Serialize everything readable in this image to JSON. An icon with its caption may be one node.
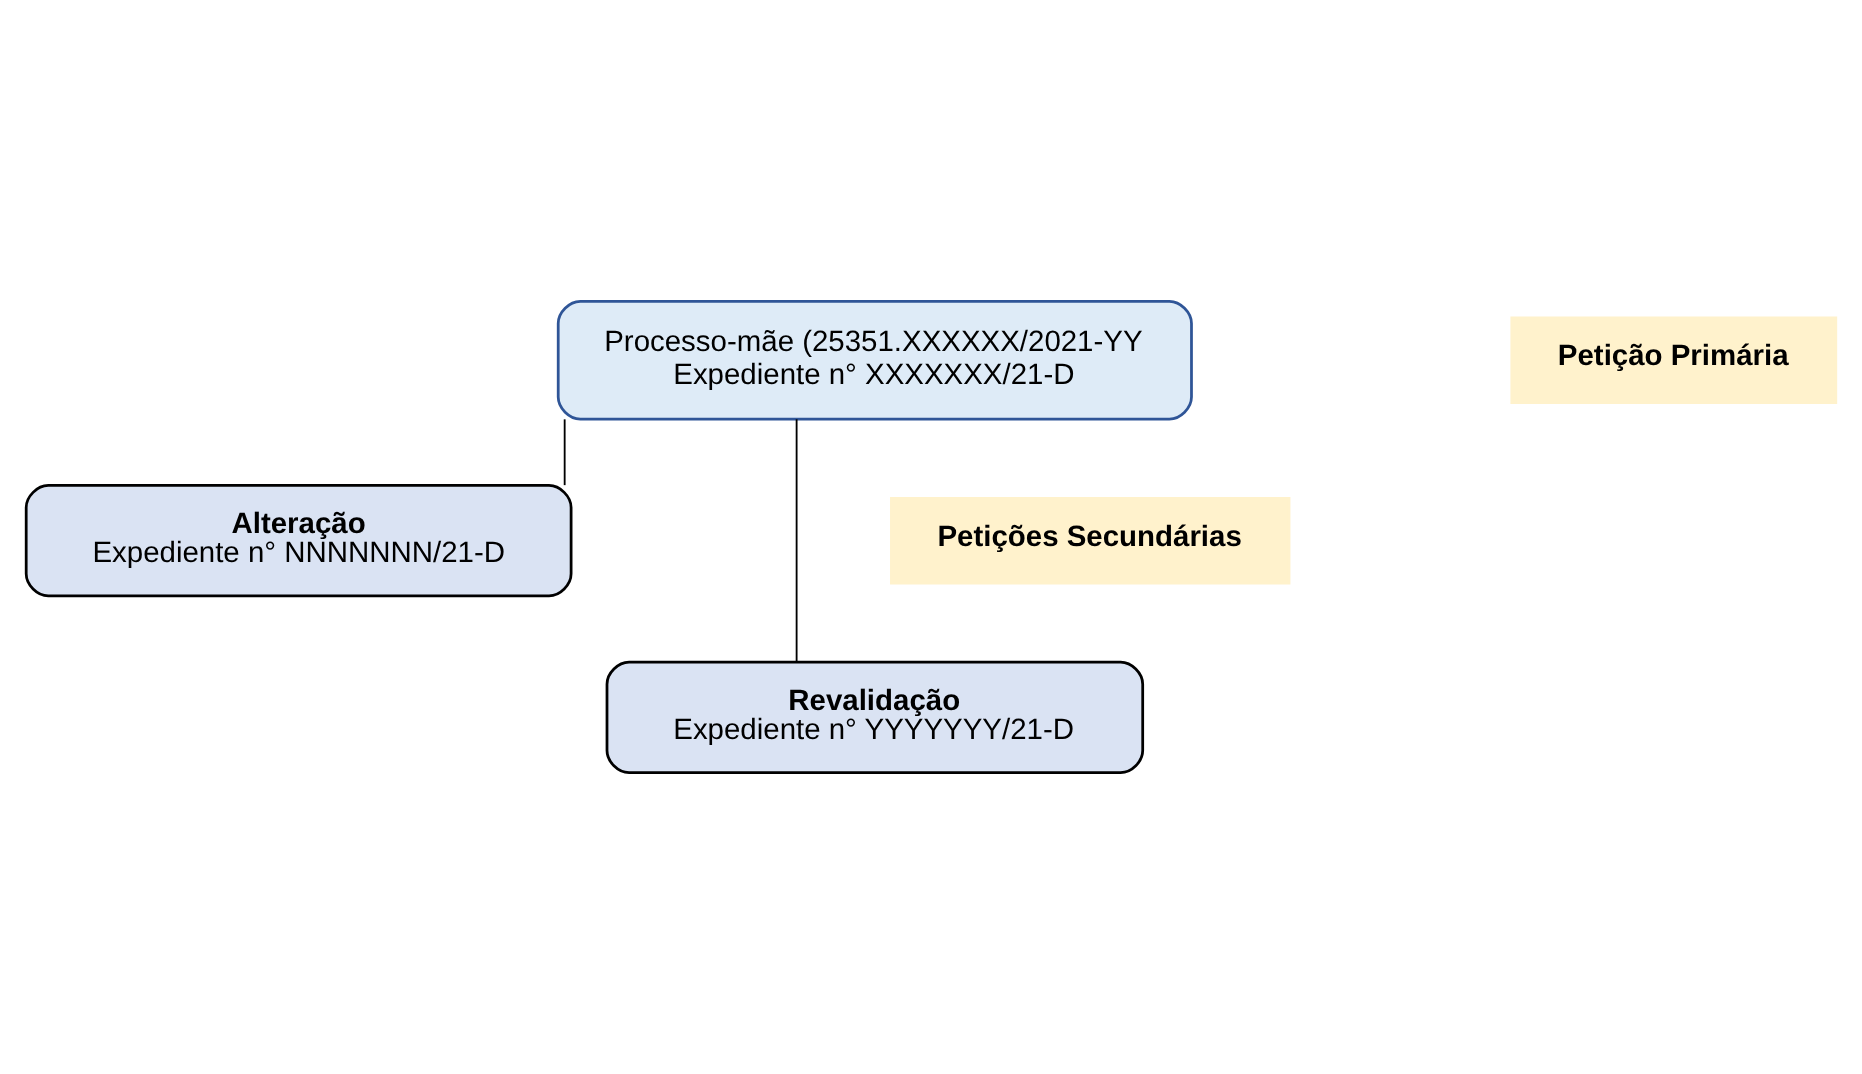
{
  "diagram": {
    "nodes": [
      {
        "text": [
          "Processo-mãe (25351.XXXXXX/2021-YY",
          "Expediente n° XXXXXXX/21-D"
        ]
      },
      {
        "text": [
          "Alteração",
          "Expediente n° NNNNNNN/21-D"
        ]
      },
      {
        "text": [
          "Revalidação",
          "Expediente n° YYYYYYY/21-D"
        ]
      },
      {
        "text": [
          "Petição Primária"
        ]
      },
      {
        "text": [
          "Petições Secundárias"
        ]
      }
    ],
    "edges": [
      {
        "from": 0,
        "to": 1,
        "arrow": "none"
      },
      {
        "from": 0,
        "to": 2,
        "arrow": "none"
      }
    ]
  }
}
